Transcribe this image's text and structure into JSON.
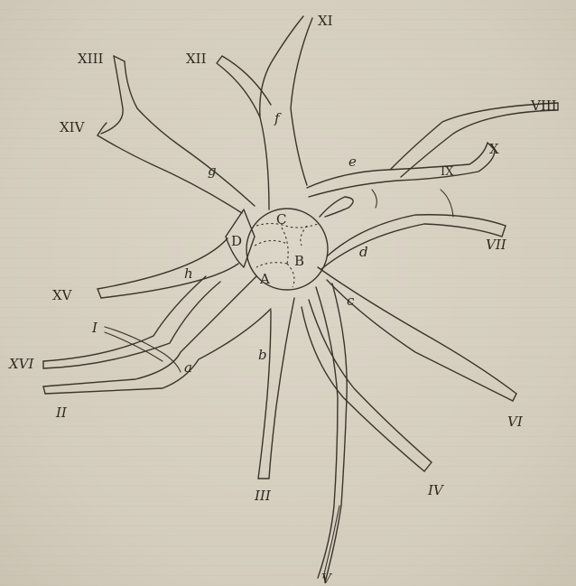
{
  "roman_labels": {
    "I": "I",
    "II": "II",
    "III": "III",
    "IV": "IV",
    "V": "V",
    "VI": "VI",
    "VII": "VII",
    "VIII": "VIII",
    "IX": "IX",
    "X": "X",
    "XI": "XI",
    "XII": "XII",
    "XIII": "XIII",
    "XIV": "XIV",
    "XV": "XV",
    "XVI": "XVI"
  },
  "lobe_labels": {
    "A": "A",
    "B": "B",
    "C": "C",
    "D": "D"
  },
  "branch_labels": {
    "a": "a",
    "b": "b",
    "c": "c",
    "d": "d",
    "e": "e",
    "f": "f",
    "g": "g",
    "h": "h"
  }
}
